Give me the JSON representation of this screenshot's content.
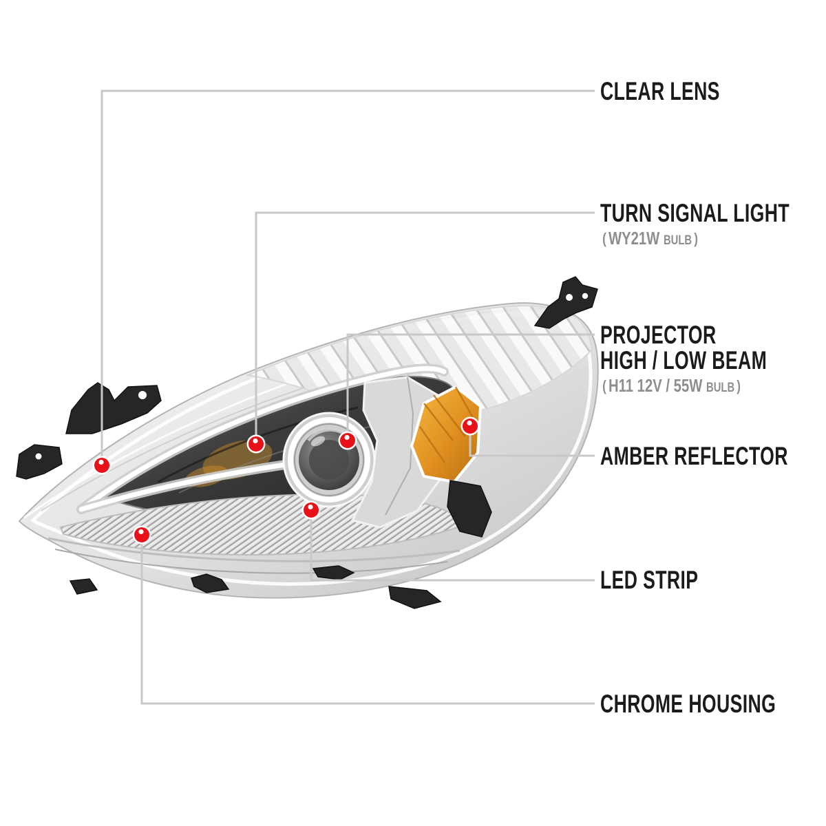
{
  "figure": {
    "subject": "projector headlight parts diagram"
  },
  "callouts": [
    {
      "id": "clear-lens",
      "label": "CLEAR LENS"
    },
    {
      "id": "turn-signal-light",
      "label": "TURN SIGNAL LIGHT",
      "bulb": {
        "open": "(",
        "spec": "WY21W",
        "word": "BULB",
        "close": ")"
      }
    },
    {
      "id": "projector",
      "label_line1": "PROJECTOR",
      "label_line2": "HIGH / LOW BEAM",
      "bulb": {
        "open": "(",
        "spec": "H11  12V / 55W",
        "word": "BULB",
        "close": ")"
      }
    },
    {
      "id": "amber-reflector",
      "label": "AMBER REFLECTOR"
    },
    {
      "id": "led-strip",
      "label": "LED STRIP"
    },
    {
      "id": "chrome-housing",
      "label": "CHROME HOUSING"
    }
  ],
  "colors": {
    "marker_dot_red": "#e8111a",
    "connector_line_gray": "#c8c8c8",
    "label_text": "#1b1b1b",
    "bulb_text": "#8e8e8e",
    "amber_reflector": "#e09020",
    "background": "#ffffff"
  }
}
